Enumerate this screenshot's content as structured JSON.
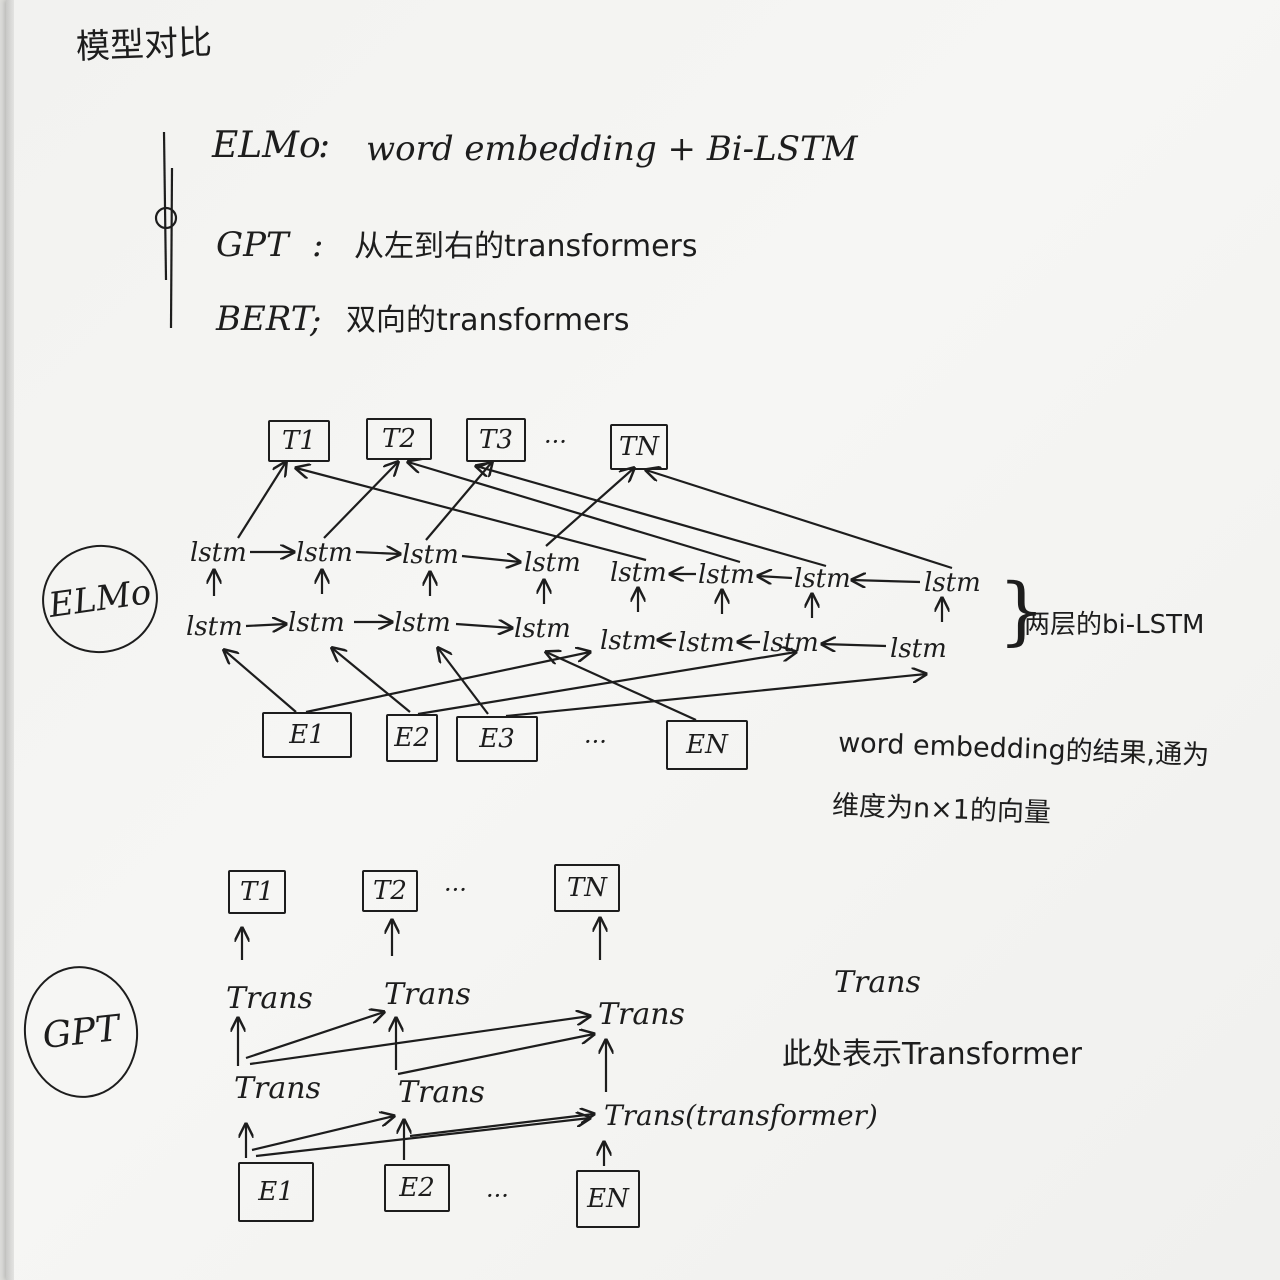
{
  "title": "模型对比",
  "models": [
    {
      "name": "ELMo",
      "sep": ":",
      "desc": "word embedding + Bi-LSTM"
    },
    {
      "name": "GPT",
      "sep": ":",
      "desc": "从左到右的transformers"
    },
    {
      "name": "BERT",
      "sep": ";",
      "desc": "双向的transformers"
    }
  ],
  "elmo": {
    "label": "ELMo",
    "outputs": [
      "T1",
      "T2",
      "T3",
      "TN"
    ],
    "inputs": [
      "E1",
      "E2",
      "E3",
      "EN"
    ],
    "dots": "···",
    "row_top": [
      "lstm",
      "lstm",
      "lstm",
      "lstm",
      "lstm",
      "lstm",
      "lstm",
      "lstm"
    ],
    "row_bottom": [
      "lstm",
      "lstm",
      "lstm",
      "lstm",
      "lstm",
      "lstm",
      "lstm",
      "lstm"
    ],
    "brace_note": "两层的bi-LSTM",
    "embed_note_line1": "word embedding的结果,通为",
    "embed_note_line2": "维度为n×1的向量"
  },
  "gpt": {
    "label": "GPT",
    "outputs": [
      "T1",
      "T2",
      "TN"
    ],
    "inputs": [
      "E1",
      "E2",
      "EN"
    ],
    "dots": "···",
    "top_row": [
      "Trans",
      "Trans",
      "Trans"
    ],
    "bottom_row": [
      "Trans",
      "Trans",
      "Trans(transformer)"
    ],
    "note_line1": "Trans",
    "note_line2": "此处表示Transformer"
  }
}
